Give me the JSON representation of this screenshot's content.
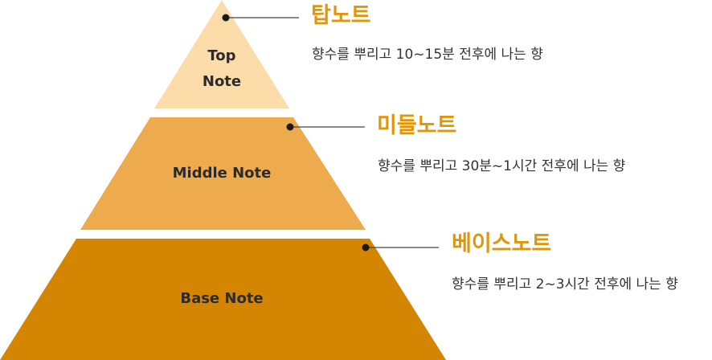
{
  "tiers": [
    {
      "label_line1": "Top",
      "label_line2": "Note",
      "title": "탑노트",
      "description": "향수를 뿌리고 10~15분 전후에 나는 향",
      "color": "#fcdca9"
    },
    {
      "label": "Middle Note",
      "title": "미들노트",
      "description": "향수를 뿌리고 30분~1시간 전후에 나는 향",
      "color": "#edab4e"
    },
    {
      "label": "Base Note",
      "title": "베이스노트",
      "description": "향수를 뿌리고 2~3시간 전후에 나는 향",
      "color": "#d48502"
    }
  ],
  "colors": {
    "title_accent": "#e0960a",
    "connector": "#444444"
  }
}
